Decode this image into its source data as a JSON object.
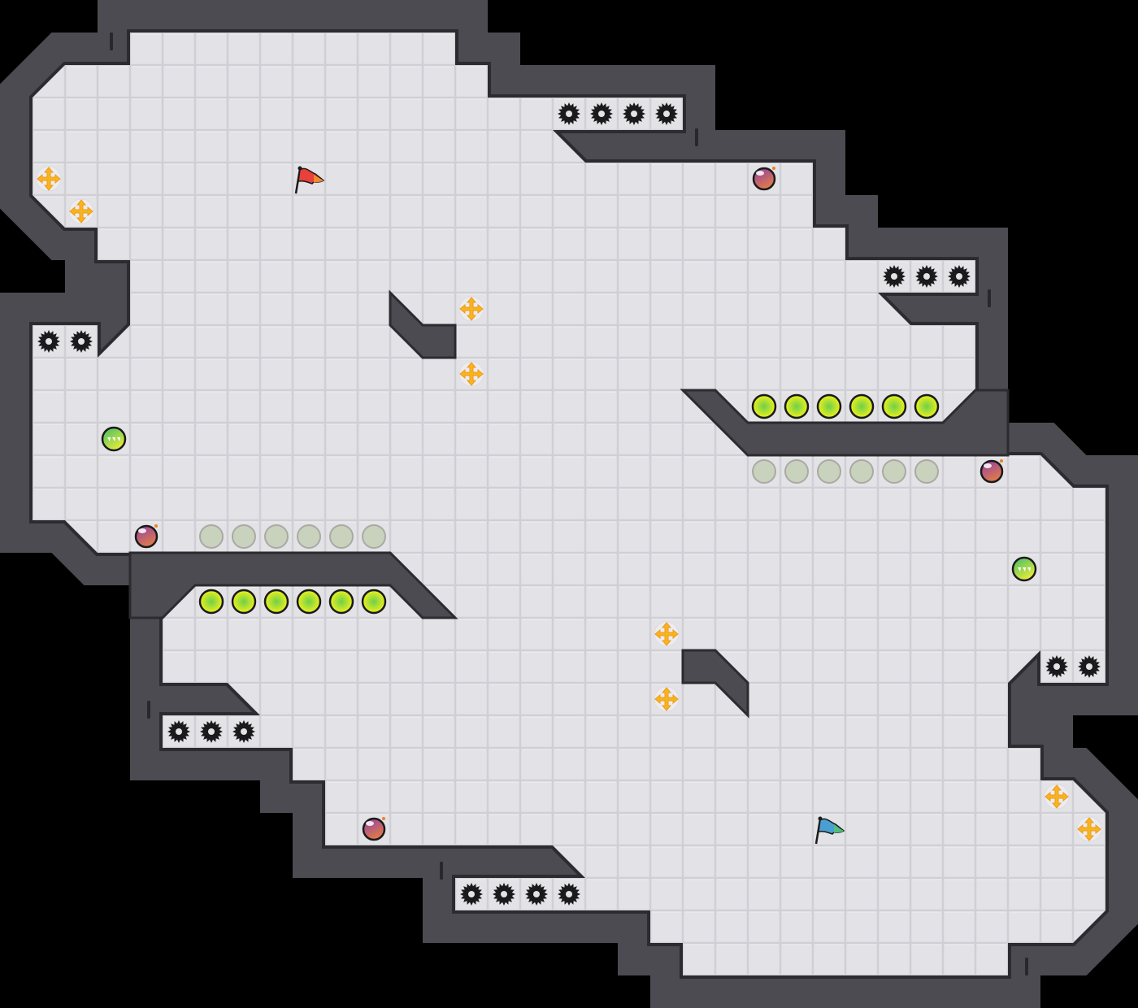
{
  "map": {
    "teams": {
      "red": "red-flag",
      "blue": "blue-flag"
    },
    "entity_counts": {
      "boost": 8,
      "bomb": 4,
      "spike": 18,
      "powerup": 2,
      "gate_button_active": 12,
      "gate_button_inactive": 12,
      "flag": 2
    }
  },
  "colors": {
    "background": "#000000",
    "wall": "#4b4b51",
    "wall_edge": "#2b2b30",
    "floor": "#e3e3e7",
    "floor_line": "#cfcfd5",
    "red_flag": "#e8403a",
    "blue_flag": "#4a9fd0",
    "boost": "#f7b51d",
    "spike": "#1a1a1c",
    "button_active": "#e6ee1e",
    "button_inactive": "#c9d2bd"
  }
}
